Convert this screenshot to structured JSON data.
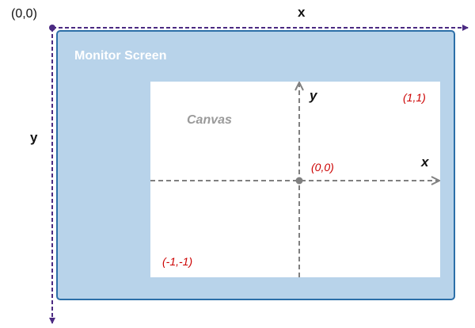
{
  "screen": {
    "title": "Monitor Screen",
    "origin_label": "(0,0)",
    "x_axis_label": "x",
    "y_axis_label": "y"
  },
  "canvas": {
    "title": "Canvas",
    "x_axis_label": "x",
    "y_axis_label": "y",
    "top_right_label": "(1,1)",
    "center_label": "(0,0)",
    "bottom_left_label": "(-1,-1)"
  },
  "colors": {
    "screen_fill": "#b8d3ea",
    "screen_border": "#2c6fa8",
    "screen_axes": "#4b2a82",
    "canvas_axes": "#808080",
    "coordinate_text": "#cc0000"
  }
}
